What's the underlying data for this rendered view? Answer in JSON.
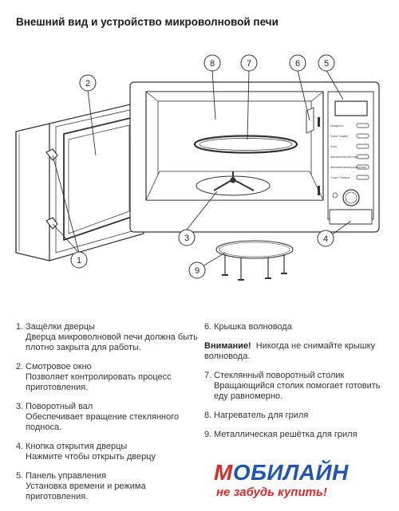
{
  "title": "Внешний вид и устройство микроволновой печи",
  "callouts": [
    "1",
    "2",
    "3",
    "4",
    "5",
    "6",
    "7",
    "8",
    "9",
    "1"
  ],
  "panel_labels": [
    "Мощность",
    "Гриль / Комби",
    "Часы",
    "Автоматический старт",
    "Автоматическая разморозка",
    "Старт / Отмена"
  ],
  "list_left": [
    {
      "num": "1.",
      "title": "Защёлки дверцы",
      "desc": "Дверца микроволновой печи должна быть плотно закрыта для работы."
    },
    {
      "num": "2.",
      "title": "Смотровое окно",
      "desc": "Позволяет контролировать процесс приготовления."
    },
    {
      "num": "3.",
      "title": "Поворотный вал",
      "desc": "Обеспечивает вращение стеклянного подноса."
    },
    {
      "num": "4.",
      "title": "Кнопка открытия дверцы",
      "desc": "Нажмите чтобы открыть дверцу"
    },
    {
      "num": "5.",
      "title": "Панель управления",
      "desc": "Установка времени и режима приготовления."
    }
  ],
  "list_right": [
    {
      "num": "6.",
      "title": "Крышка волновода",
      "desc": ""
    },
    {
      "num": "7.",
      "title": "Стеклянный поворотный столик",
      "desc": "Вращающийся столик помогает готовить еду равномерно."
    },
    {
      "num": "8.",
      "title": "Нагреватель для гриля",
      "desc": ""
    },
    {
      "num": "9.",
      "title": "Металлическая решётка для гриля",
      "desc": ""
    }
  ],
  "warning": {
    "label": "Внимание!",
    "text": "Никогда не снимайте крышку волновода."
  },
  "logo": {
    "m": "М",
    "rest": "ОБИЛАЙН",
    "slogan": "не забудь купить!"
  },
  "colors": {
    "accent_blue": "#1f56b3",
    "accent_red": "#d72a2a",
    "line": "#333333"
  }
}
